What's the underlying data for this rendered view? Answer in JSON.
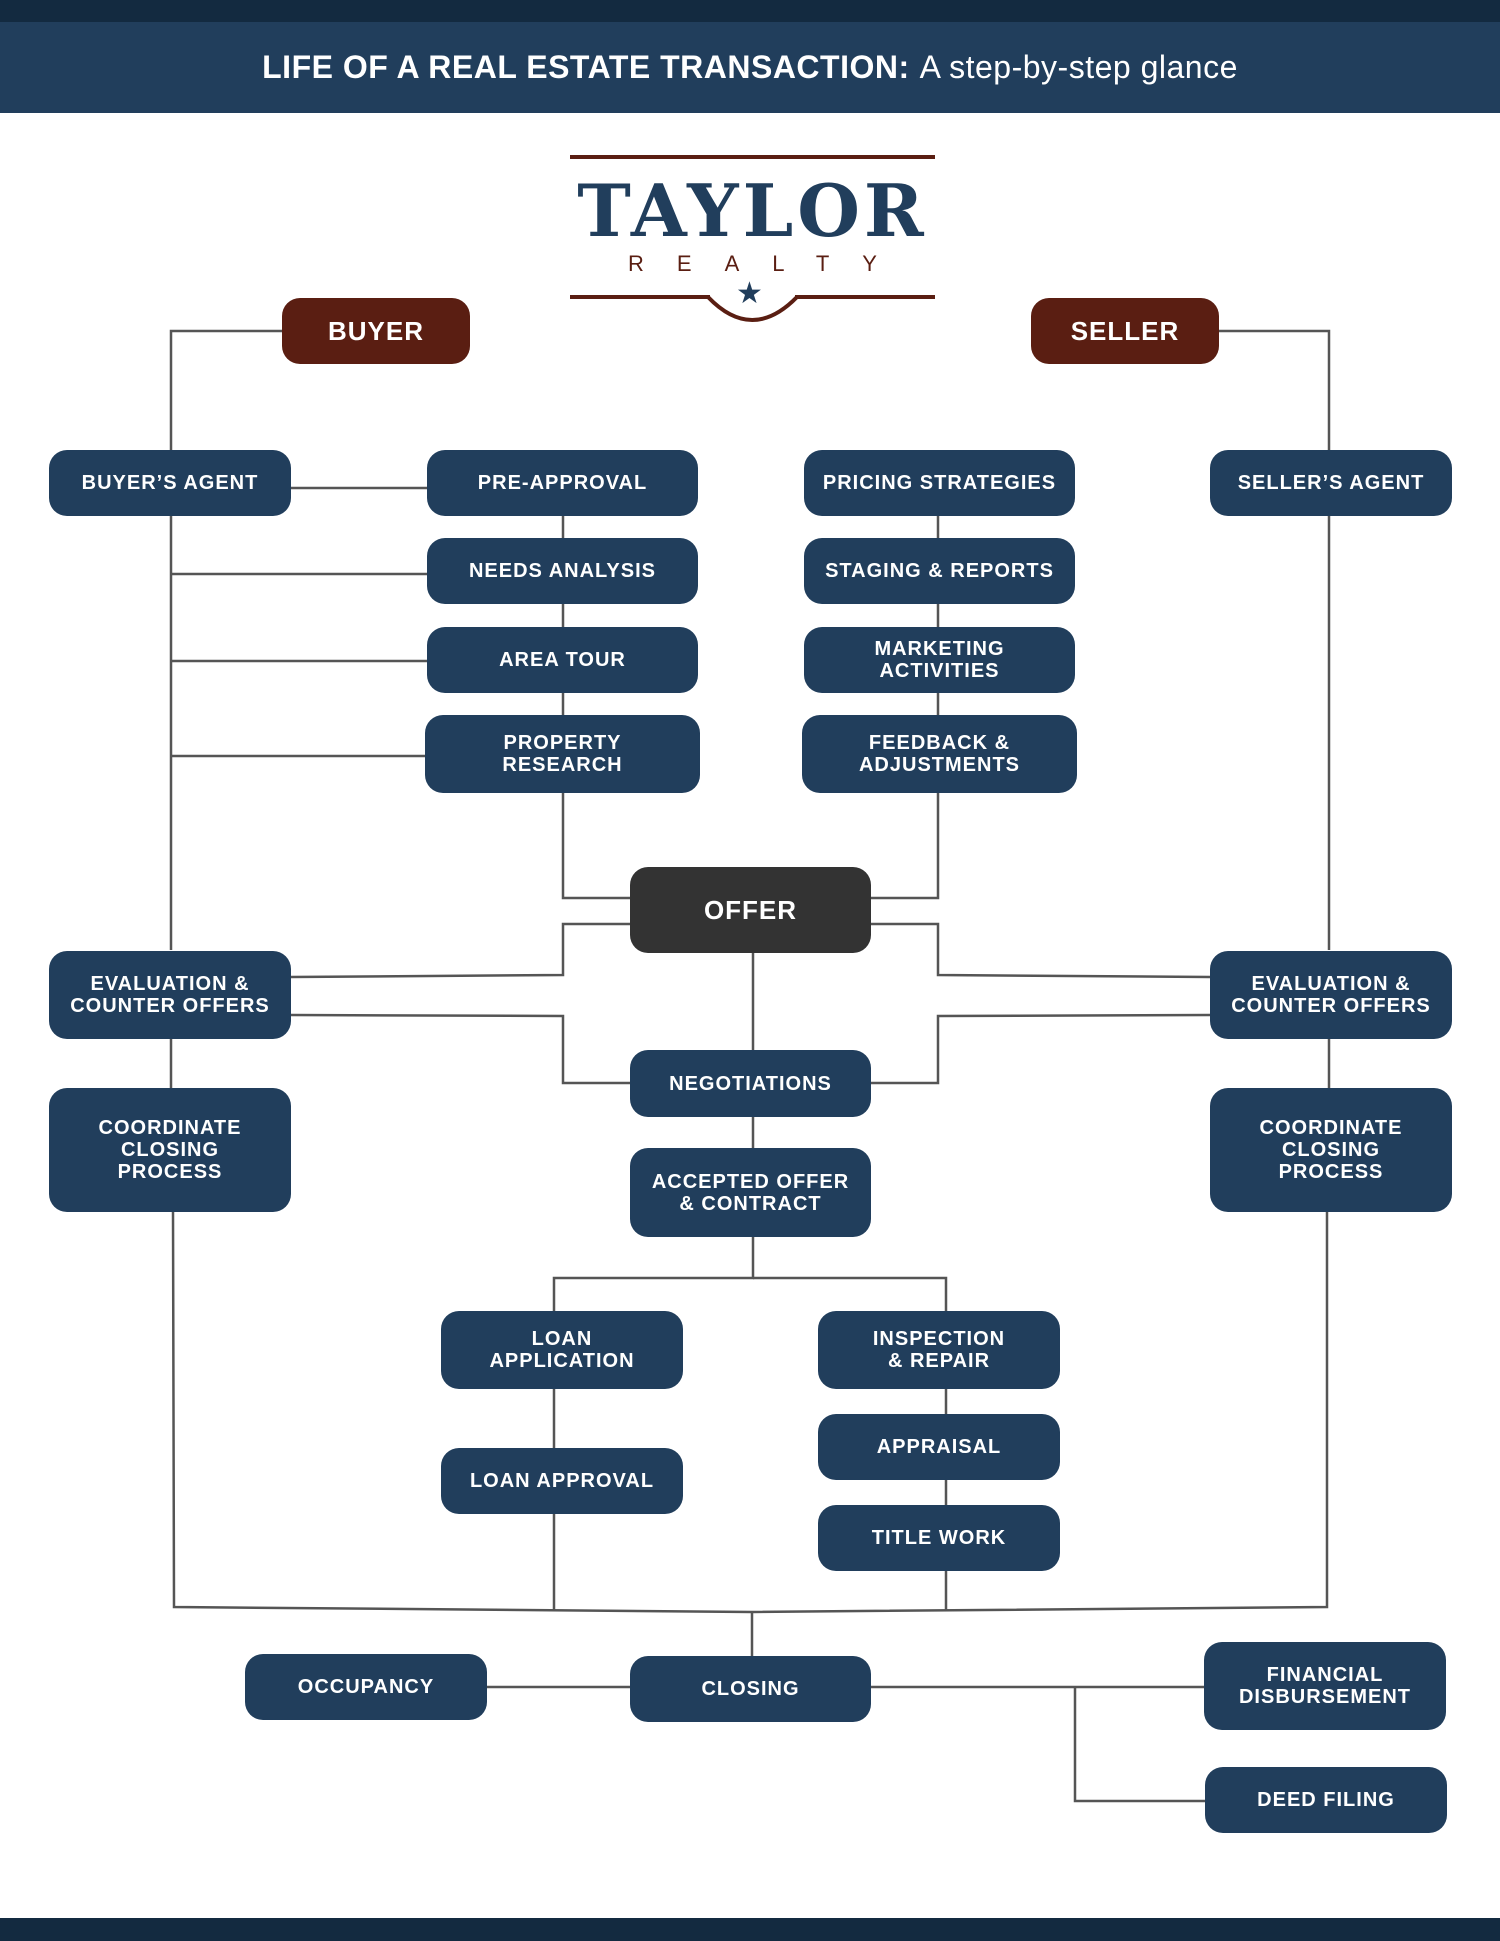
{
  "header": {
    "title_bold": "LIFE OF A REAL ESTATE TRANSACTION:",
    "title_light": "A step-by-step glance"
  },
  "logo": {
    "name": "TAYLOR",
    "sub": "REALTY",
    "star_icon": "star-icon"
  },
  "colors": {
    "primary": "#213e5c",
    "accent": "#5a1e12",
    "offer": "#333333",
    "line": "#555555"
  },
  "nodes": {
    "buyer": "BUYER",
    "seller": "SELLER",
    "buyers_agent": "BUYER’S AGENT",
    "sellers_agent": "SELLER’S AGENT",
    "pre_approval": "PRE-APPROVAL",
    "needs_analysis": "NEEDS ANALYSIS",
    "area_tour": "AREA TOUR",
    "property_research": "PROPERTY\nRESEARCH",
    "pricing_strategies": "PRICING STRATEGIES",
    "staging_reports": "STAGING & REPORTS",
    "marketing_activities": "MARKETING ACTIVITIES",
    "feedback_adjustments": "FEEDBACK &\nADJUSTMENTS",
    "offer": "OFFER",
    "buyer_evaluation": "EVALUATION &\nCOUNTER OFFERS",
    "seller_evaluation": "EVALUATION &\nCOUNTER OFFERS",
    "negotiations": "NEGOTIATIONS",
    "buyer_coordinate": "COORDINATE\nCLOSING\nPROCESS",
    "seller_coordinate": "COORDINATE\nCLOSING\nPROCESS",
    "accepted_offer": "ACCEPTED OFFER\n& CONTRACT",
    "loan_application": "LOAN\nAPPLICATION",
    "loan_approval": "LOAN APPROVAL",
    "inspection_repair": "INSPECTION\n& REPAIR",
    "appraisal": "APPRAISAL",
    "title_work": "TITLE WORK",
    "occupancy": "OCCUPANCY",
    "closing": "CLOSING",
    "financial_disbursement": "FINANCIAL\nDISBURSEMENT",
    "deed_filing": "DEED FILING"
  }
}
